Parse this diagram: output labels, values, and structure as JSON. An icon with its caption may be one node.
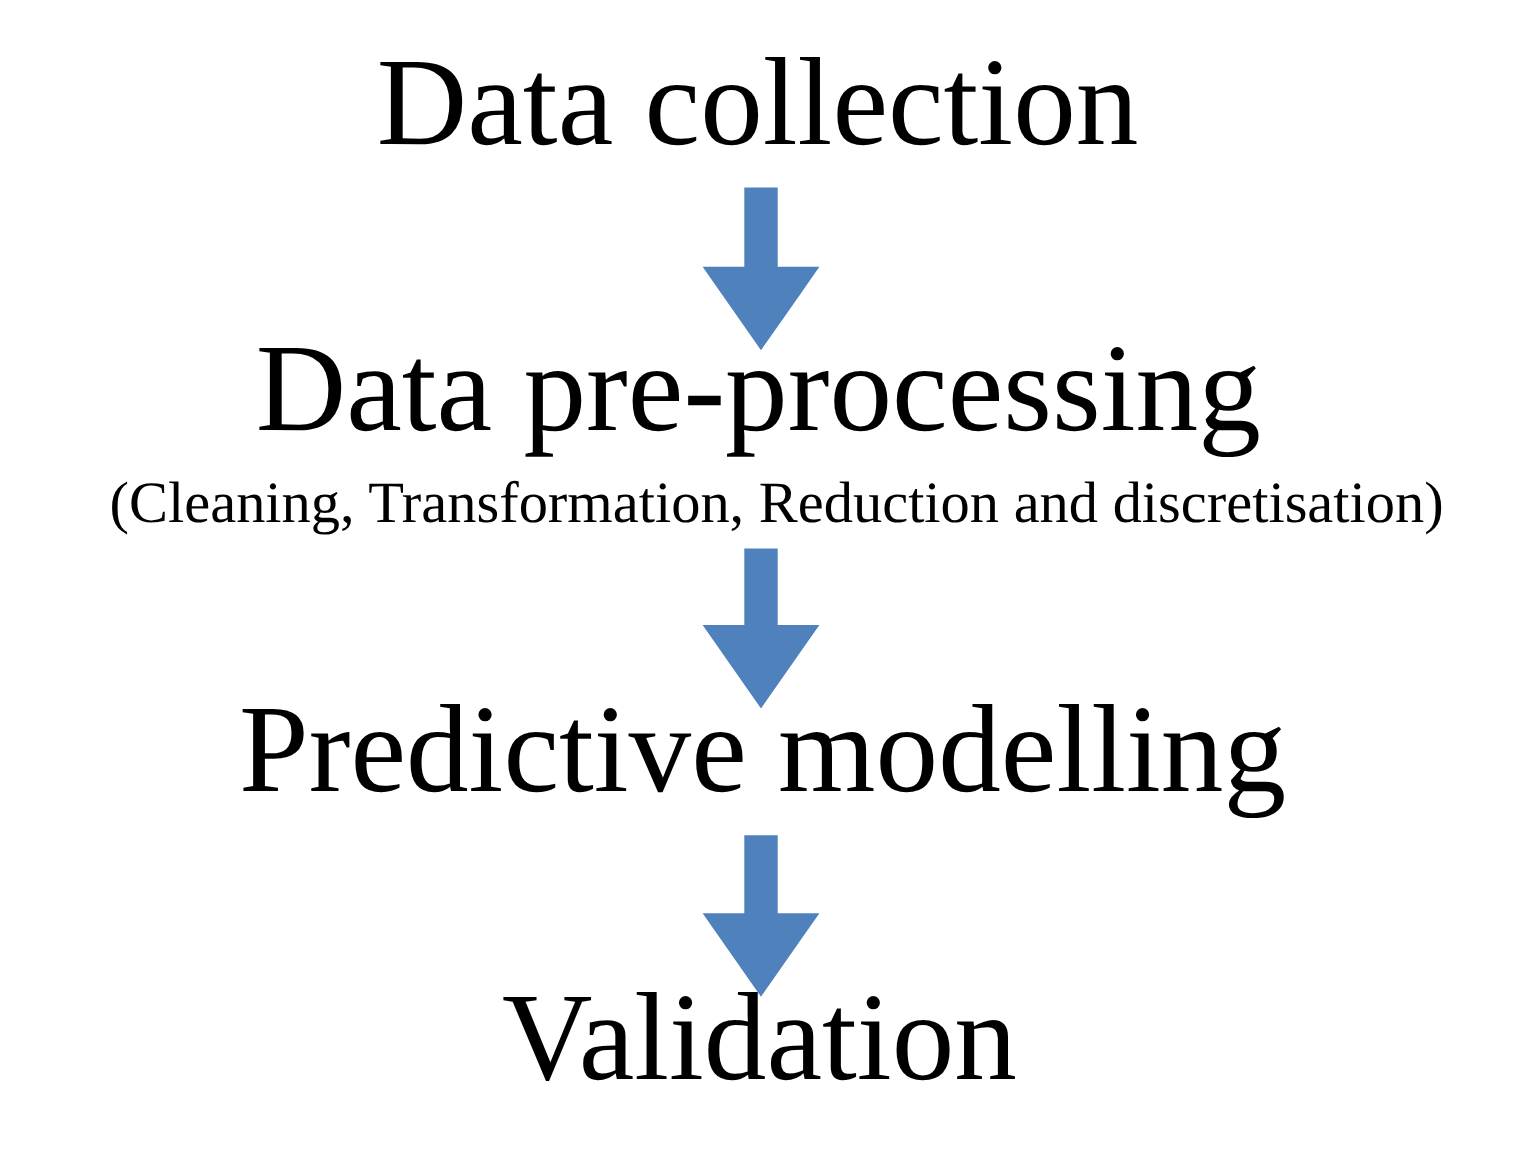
{
  "diagram": {
    "nodes": [
      {
        "text": [
          "Data collection"
        ]
      },
      {
        "text": [
          "Data pre-processing",
          "(Cleaning, Transformation, Reduction and discretisation)"
        ]
      },
      {
        "text": [
          "Predictive modelling"
        ]
      },
      {
        "text": [
          "Validation"
        ]
      }
    ],
    "edges": [
      {
        "from": 0,
        "to": 1,
        "arrow": "to"
      },
      {
        "from": 1,
        "to": 2,
        "arrow": "to"
      },
      {
        "from": 2,
        "to": 3,
        "arrow": "to"
      }
    ]
  }
}
